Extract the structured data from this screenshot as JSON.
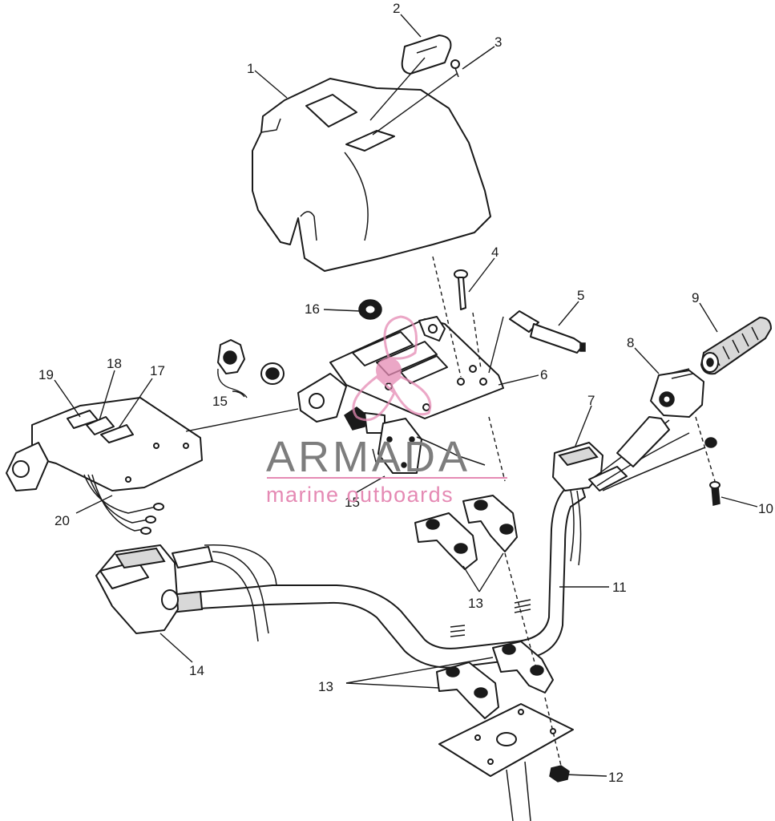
{
  "callouts": [
    {
      "id": "c1",
      "label": "1"
    },
    {
      "id": "c2",
      "label": "2"
    },
    {
      "id": "c3",
      "label": "3"
    },
    {
      "id": "c4",
      "label": "4"
    },
    {
      "id": "c5",
      "label": "5"
    },
    {
      "id": "c6",
      "label": "6"
    },
    {
      "id": "c7",
      "label": "7"
    },
    {
      "id": "c8",
      "label": "8"
    },
    {
      "id": "c9",
      "label": "9"
    },
    {
      "id": "c10",
      "label": "10"
    },
    {
      "id": "c11",
      "label": "11"
    },
    {
      "id": "c12",
      "label": "12"
    },
    {
      "id": "c13a",
      "label": "13"
    },
    {
      "id": "c13b",
      "label": "13"
    },
    {
      "id": "c14",
      "label": "14"
    },
    {
      "id": "c15a",
      "label": "15"
    },
    {
      "id": "c15b",
      "label": "15"
    },
    {
      "id": "c16",
      "label": "16"
    },
    {
      "id": "c17",
      "label": "17"
    },
    {
      "id": "c18",
      "label": "18"
    },
    {
      "id": "c19",
      "label": "19"
    },
    {
      "id": "c20",
      "label": "20"
    }
  ],
  "watermark": {
    "title": "ARMADA",
    "subtitle": "marine outboards",
    "colors": {
      "text": "#7d7d7d",
      "accent": "#e58ab4"
    }
  }
}
